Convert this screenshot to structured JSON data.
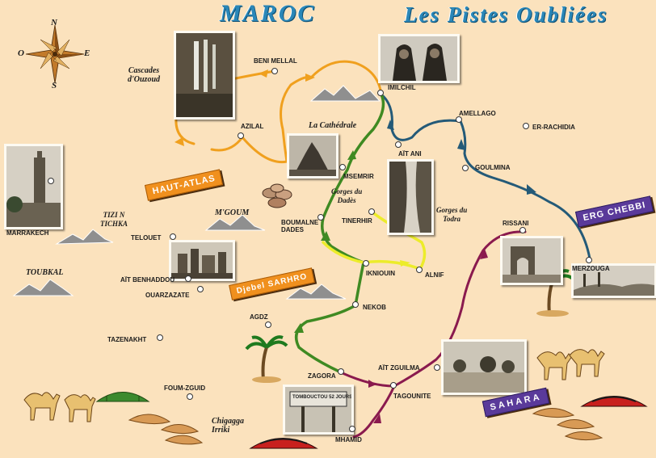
{
  "title": {
    "main": "MAROC",
    "sub": "Les Pistes Oubliées"
  },
  "compass": {
    "north": "N",
    "south": "S",
    "east": "E",
    "west": "O"
  },
  "cities": [
    {
      "id": "beni-mellal",
      "label": "BENI MELLAL"
    },
    {
      "id": "azilal",
      "label": "AZILAL"
    },
    {
      "id": "imilchil",
      "label": "IMILCHIL"
    },
    {
      "id": "amellago",
      "label": "AMELLAGO"
    },
    {
      "id": "er-rachidia",
      "label": "ER-RACHIDIA"
    },
    {
      "id": "ait-ani",
      "label": "AÏT ANI"
    },
    {
      "id": "goulmina",
      "label": "GOULMINA"
    },
    {
      "id": "msemrir",
      "label": "MSEMRIR"
    },
    {
      "id": "marrakech",
      "label": "MARRAKECH"
    },
    {
      "id": "telouet",
      "label": "TELOUET"
    },
    {
      "id": "boumalne",
      "label": "BOUMALNE\nDADES"
    },
    {
      "id": "tinerhir",
      "label": "TINERHIR"
    },
    {
      "id": "rissani",
      "label": "RISSANI"
    },
    {
      "id": "ait-benhaddou",
      "label": "AÏT BENHADDOU"
    },
    {
      "id": "ouarzazate",
      "label": "OUARZAZATE"
    },
    {
      "id": "iknouin",
      "label": "IKNIOUIN"
    },
    {
      "id": "alnif",
      "label": "ALNIF"
    },
    {
      "id": "merzouga",
      "label": "MERZOUGA"
    },
    {
      "id": "nekob",
      "label": "NEKOB"
    },
    {
      "id": "agdz",
      "label": "AGDZ"
    },
    {
      "id": "tazenakht",
      "label": "TAZENAKHT"
    },
    {
      "id": "ait-zguilma",
      "label": "AÏT ZGUILMA"
    },
    {
      "id": "zagora",
      "label": "ZAGORA"
    },
    {
      "id": "tagounite",
      "label": "TAGOUNITE"
    },
    {
      "id": "foum-zguid",
      "label": "FOUM-ZGUID"
    },
    {
      "id": "mhamid",
      "label": "MHAMID"
    }
  ],
  "features": {
    "cascades": "Cascades\nd'Ouzoud",
    "cathedrale": "La Cathédrale",
    "gorges_dades": "Gorges du\nDadès",
    "gorges_todra": "Gorges du\nTodra",
    "tizi_n_tichka": "TIZI N\nTICHKA",
    "mgoum": "M'GOUM",
    "toubkal": "TOUBKAL",
    "chigagga": "Chigagga\nIrriki"
  },
  "regions": {
    "haut_atlas": "HAUT-ATLAS",
    "djebel_sarhro": "Djebel SARHRO",
    "erg_chebbi": "ERG CHEBBI",
    "sahara": "SAHARA"
  },
  "photo_sign": "TOMBOUCTOU 52 JOURS",
  "colors": {
    "background": "#fbe2bd",
    "title": "#2a87b8",
    "route_orange": "#f0a01e",
    "route_blue": "#245a78",
    "route_green": "#3f8a22",
    "route_yellow": "#ecec2a",
    "route_purple": "#8a1a4e",
    "banner_orange": "#f0901e",
    "banner_purple": "#5a3a9a"
  }
}
